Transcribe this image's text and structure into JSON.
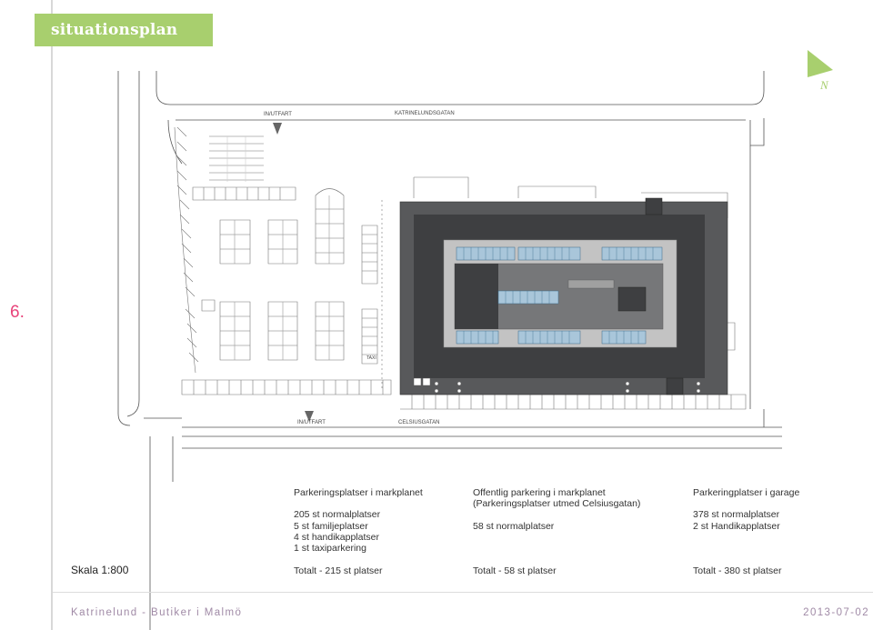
{
  "header": {
    "title": "situationsplan",
    "page_number": "6."
  },
  "north_label": "N",
  "map_labels": {
    "entry_top": "IN/UTFART",
    "street_top": "KATRINELUNDSGATAN",
    "entry_bottom": "IN/UTFART",
    "street_bottom": "CELSIUSGATAN",
    "taxi": "TAXI"
  },
  "legend": {
    "market_parking": {
      "title": "Parkeringsplatser i markplanet",
      "lines": [
        "205 st normalplatser",
        "5 st familjeplatser",
        "4 st handikapplatser",
        "1 st taxiparkering"
      ],
      "total": "Totalt - 215 st platser"
    },
    "public_parking": {
      "title_line1": "Offentlig parkering i markplanet",
      "title_line2": "(Parkeringsplatser utmed Celsiusgatan)",
      "lines": [
        "58 st normalplatser"
      ],
      "total": "Totalt - 58 st platser"
    },
    "garage_parking": {
      "title": "Parkeringplatser i garage",
      "lines": [
        "378 st normalplatser",
        "2 st Handikapplatser"
      ],
      "total": "Totalt - 380 st platser"
    }
  },
  "scale": "Skala 1:800",
  "footer": {
    "left": "Katrinelund - Butiker i Malmö",
    "right": "2013-07-02"
  },
  "colors": {
    "accent_green": "#a8cf6e",
    "page_number_pink": "#e8437a",
    "building_dark": "#4a4b4c",
    "footer_text": "#a08aa6"
  }
}
